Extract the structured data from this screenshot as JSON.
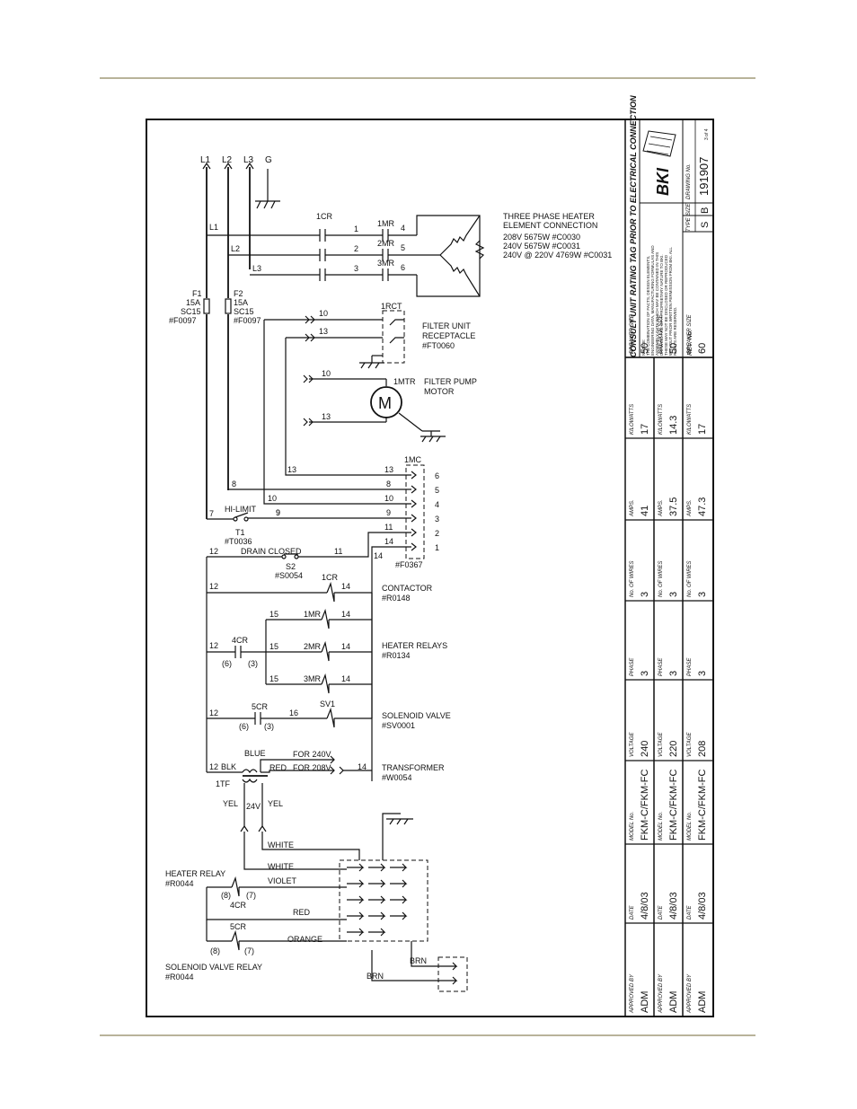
{
  "lines": {
    "l1": "L1",
    "l2": "L2",
    "l3": "L3",
    "g": "G"
  },
  "heater": {
    "title1": "THREE PHASE HEATER",
    "title2": "ELEMENT CONNECTION",
    "spec1": "208V 5675W #C0030",
    "spec2": "240V 5675W #C0031",
    "spec3": "240V @ 220V 4769W #C0031",
    "contactor": "1CR",
    "relays": [
      "1MR",
      "2MR",
      "3MR"
    ],
    "wires_in": [
      "1",
      "2",
      "3"
    ],
    "wires_out": [
      "4",
      "5",
      "6"
    ]
  },
  "fuses": {
    "f1": [
      "F1",
      "15A",
      "SC15",
      "#F0097"
    ],
    "f2": [
      "F2",
      "15A",
      "SC15",
      "#F0097"
    ]
  },
  "filter_receptacle": {
    "ref": "1RCT",
    "label1": "FILTER UNIT",
    "label2": "RECEPTACLE",
    "part": "#FT0060",
    "wire_a": "10",
    "wire_b": "13"
  },
  "pump": {
    "ref": "1MTR",
    "label1": "FILTER PUMP",
    "label2": "MOTOR",
    "symbol": "M",
    "wire_a": "10",
    "wire_b": "13"
  },
  "connector": {
    "ref": "1MC",
    "part": "#F0367",
    "pins": [
      "6",
      "5",
      "4",
      "3",
      "2",
      "1"
    ],
    "wires_left": [
      "13",
      "8",
      "10",
      "9",
      "11",
      "14"
    ],
    "wire_left_stub": [
      "13",
      "8",
      "10",
      "9",
      "11",
      "14"
    ]
  },
  "hi_limit": {
    "label": "HI-LIMIT",
    "ref": "T1",
    "part": "#T0036",
    "wire_in": "7",
    "wire_out": "9"
  },
  "drain": {
    "label": "DRAIN CLOSED",
    "ref": "S2",
    "part": "#S0054",
    "wire_in": "12",
    "wire_out": "11",
    "wire_down": "14"
  },
  "ladder": {
    "contactor": {
      "wire_l": "12",
      "coil": "1CR",
      "wire_r": "14",
      "label": "CONTACTOR",
      "part": "#R0148"
    },
    "heater_relays": {
      "wire_l": "12",
      "contact": "4CR",
      "pins": "(6)",
      "pins2": "(3)",
      "coils": [
        "1MR",
        "2MR",
        "3MR"
      ],
      "wire_m": "15",
      "wire_r": "14",
      "label": "HEATER RELAYS",
      "part": "#R0134"
    },
    "solenoid": {
      "wire_l": "12",
      "contact": "5CR",
      "pins": "(6)",
      "pins2": "(3)",
      "wire_m": "16",
      "coil": "SV1",
      "label": "SOLENOID VALVE",
      "part": "#SV0001"
    },
    "transformer": {
      "wire_l": "12",
      "blk": "BLK",
      "blue": "BLUE",
      "red": "RED",
      "for240": "FOR 240V",
      "for208": "FOR 208V",
      "wire_r": "14",
      "label": "TRANSFORMER",
      "part": "#W0054",
      "ref": "1TF",
      "yel": "YEL",
      "v24": "24V"
    }
  },
  "low_voltage": {
    "white": "WHITE",
    "violet": "VIOLET",
    "red": "RED",
    "orange": "ORANGE",
    "brn": "BRN",
    "heater_relay": "HEATER RELAY",
    "heater_relay_part": "#R0044",
    "contact4": "4CR",
    "p8": "(8)",
    "p7": "(7)",
    "contact5": "5CR",
    "solenoid_relay": "SOLENOID VALVE RELAY",
    "solenoid_relay_part": "#R0044"
  },
  "title_block": {
    "consult": "CONSULT UNIT RATING TAG PRIOR TO ELECTRICAL CONNECTION",
    "logo": "BKI",
    "size_label": "SIZE",
    "size": "B",
    "type_label": "TYPE",
    "type": "S",
    "drawing_label": "DRAWING No.",
    "drawing": "191907",
    "sheet": "3 of 4",
    "notice": "NOTICE:",
    "notice1": "THE COMBINATION OF FACTS, DESIGN ELEMENTS,",
    "notice2": "ENGINEERING DATA, MANUFACTURING FORMULAS AND",
    "notice3": "ASSEMBLY DATA WHICH MAY BE CONTAINED IN THIS",
    "notice4": "DRAWING ARE OF A PROPRIETARY NATURE TO BKI.",
    "notice5": "THESE MAY NOT BE DISCLOSED OR REPRODUCED",
    "notice6": "WITHOUT PRIOR WRITTEN PERMISSION FROM BKI. ALL",
    "notice7": "RIGHTS ARE RESERVED.",
    "rev": "REV. No."
  },
  "rating_table": {
    "headers": [
      "APPROVED BY",
      "DATE",
      "MODEL No.",
      "VOLTAGE",
      "PHASE",
      "No. OF WIRES",
      "AMPS.",
      "KILOWATTS",
      "BREAKER SIZE"
    ],
    "rows": [
      [
        "ADM",
        "4/8/03",
        "FKM-C/FKM-FC",
        "240",
        "3",
        "3",
        "41",
        "17",
        "50"
      ],
      [
        "ADM",
        "4/8/03",
        "FKM-C/FKM-FC",
        "220",
        "3",
        "3",
        "37.5",
        "14.3",
        "50"
      ],
      [
        "ADM",
        "4/8/03",
        "FKM-C/FKM-FC",
        "208",
        "3",
        "3",
        "47.3",
        "17",
        "60"
      ]
    ]
  }
}
